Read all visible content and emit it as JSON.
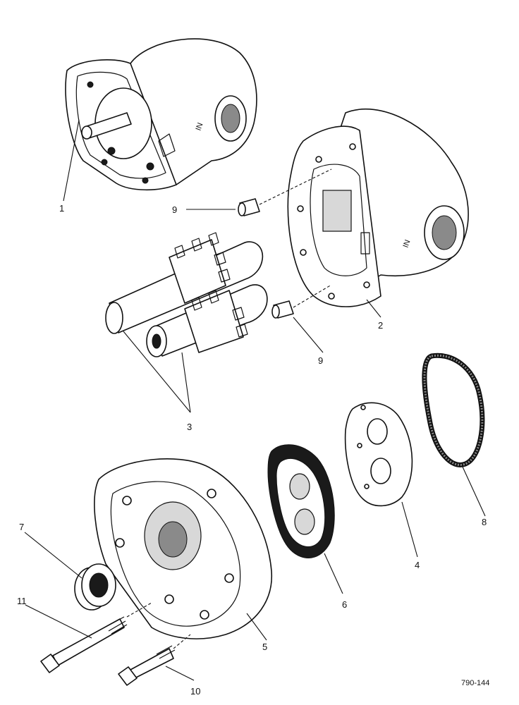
{
  "callouts": {
    "c1": "1",
    "c2": "2",
    "c3": "3",
    "c4": "4",
    "c5": "5",
    "c6": "6",
    "c7": "7",
    "c8": "8",
    "c9a": "9",
    "c9b": "9",
    "c10": "10",
    "c11": "11"
  },
  "drawing_code": "790-144"
}
